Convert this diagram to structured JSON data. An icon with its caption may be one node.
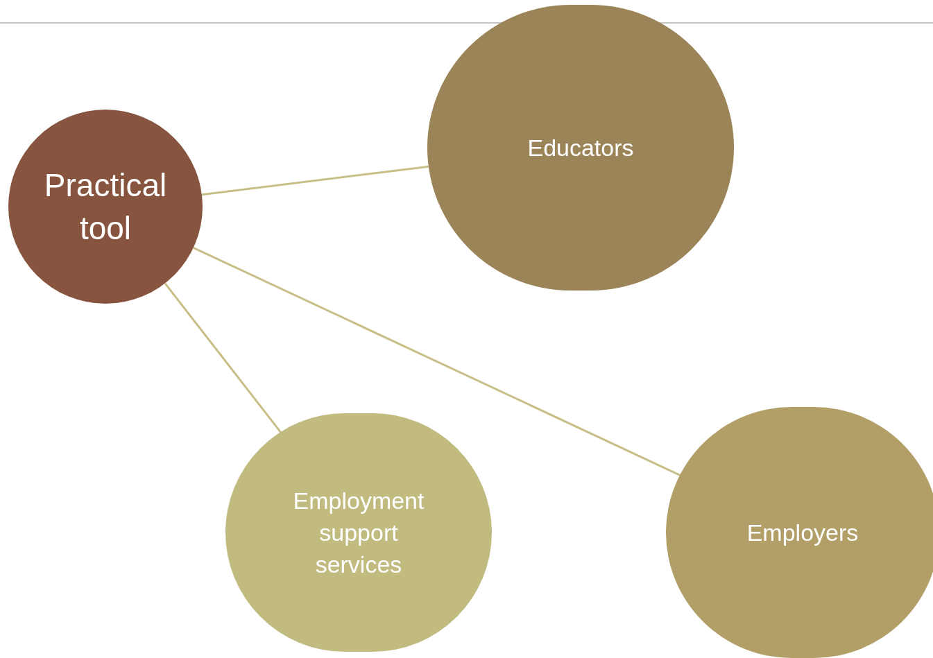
{
  "diagram": {
    "nodes": [
      {
        "text": [
          "Practical tool"
        ]
      },
      {
        "text": [
          "Educators"
        ]
      },
      {
        "text": [
          "Employment support services"
        ]
      },
      {
        "text": [
          "Employers"
        ]
      }
    ],
    "edges": [
      {
        "from": 0,
        "to": 1,
        "arrow": "none"
      },
      {
        "from": 0,
        "to": 3,
        "arrow": "none"
      },
      {
        "from": 0,
        "to": 2,
        "arrow": "none"
      }
    ]
  }
}
